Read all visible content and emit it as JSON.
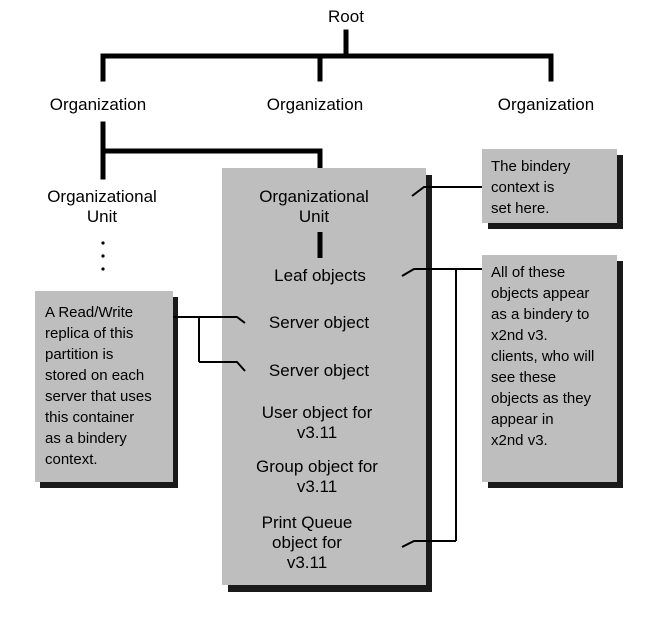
{
  "root_label": "Root",
  "organizations": [
    "Organization",
    "Organization",
    "Organization"
  ],
  "left_ou": {
    "line1": "Organizational",
    "line2": "Unit"
  },
  "main_ou": {
    "line1": "Organizational",
    "line2": "Unit"
  },
  "leaf_objects": "Leaf objects",
  "server_objects": [
    "Server object",
    "Server object"
  ],
  "user_object": {
    "line1": "User object for",
    "line2": "v3.11"
  },
  "group_object": {
    "line1": "Group object for",
    "line2": "v3.11"
  },
  "print_queue": {
    "line1": "Print Queue",
    "line2": "object for",
    "line3": "v3.11"
  },
  "replica_note": [
    "A Read/Write",
    "replica of this",
    "partition is",
    "stored on each",
    "server that uses",
    "this container",
    "as a bindery",
    "context."
  ],
  "bindery_note": [
    "The bindery",
    "context is",
    "set here."
  ],
  "objects_note": [
    "All of these",
    "objects appear",
    "as a bindery to",
    "x2nd v3.",
    "clients, who will",
    "see these",
    "objects as they",
    "appear in",
    "x2nd v3."
  ],
  "colors": {
    "box_fill": "#bebebe",
    "shadow": "#1a1a1a",
    "line": "#000000"
  }
}
